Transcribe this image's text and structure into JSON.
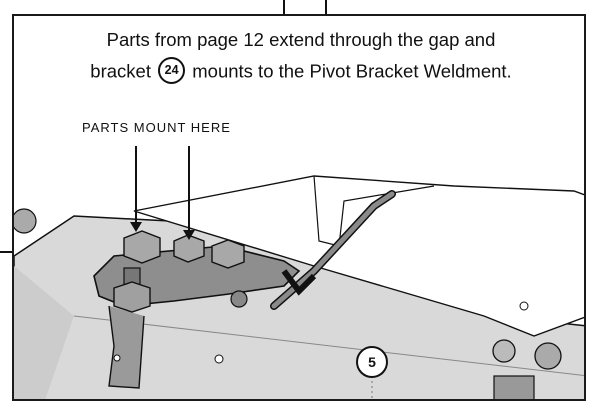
{
  "caption": {
    "line1": "Parts from page 12 extend through the gap and",
    "line2_before": "bracket",
    "callout_main": "24",
    "line2_after": "mounts to the Pivot Bracket Weldment."
  },
  "mount_label": "PARTS MOUNT HERE",
  "callout_part": "5"
}
